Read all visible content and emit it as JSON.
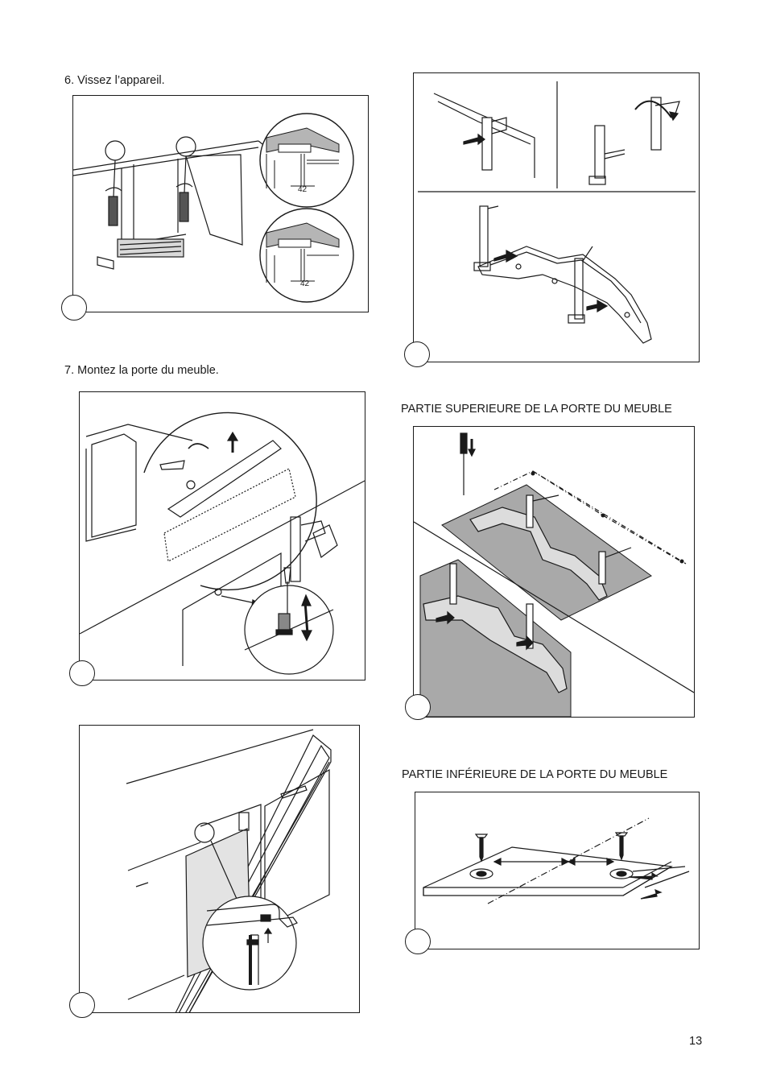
{
  "page": {
    "number": "13"
  },
  "section_6": {
    "heading": "6. Vissez l’appareil.",
    "dimension_top": "42",
    "dimension_bottom": "42"
  },
  "section_7": {
    "heading": "7. Montez la porte du meuble."
  },
  "door_top": {
    "heading": "PARTIE SUPERIEURE DE LA PORTE DU MEUBLE"
  },
  "door_bottom": {
    "heading": "PARTIE INFÉRIEURE DE LA PORTE DU MEUBLE"
  },
  "palette": {
    "line": "#1a1a1a",
    "panel_grey": "#a9a9a9",
    "light_grey": "#d9d9d9",
    "door_grey": "#e3e3e3"
  }
}
